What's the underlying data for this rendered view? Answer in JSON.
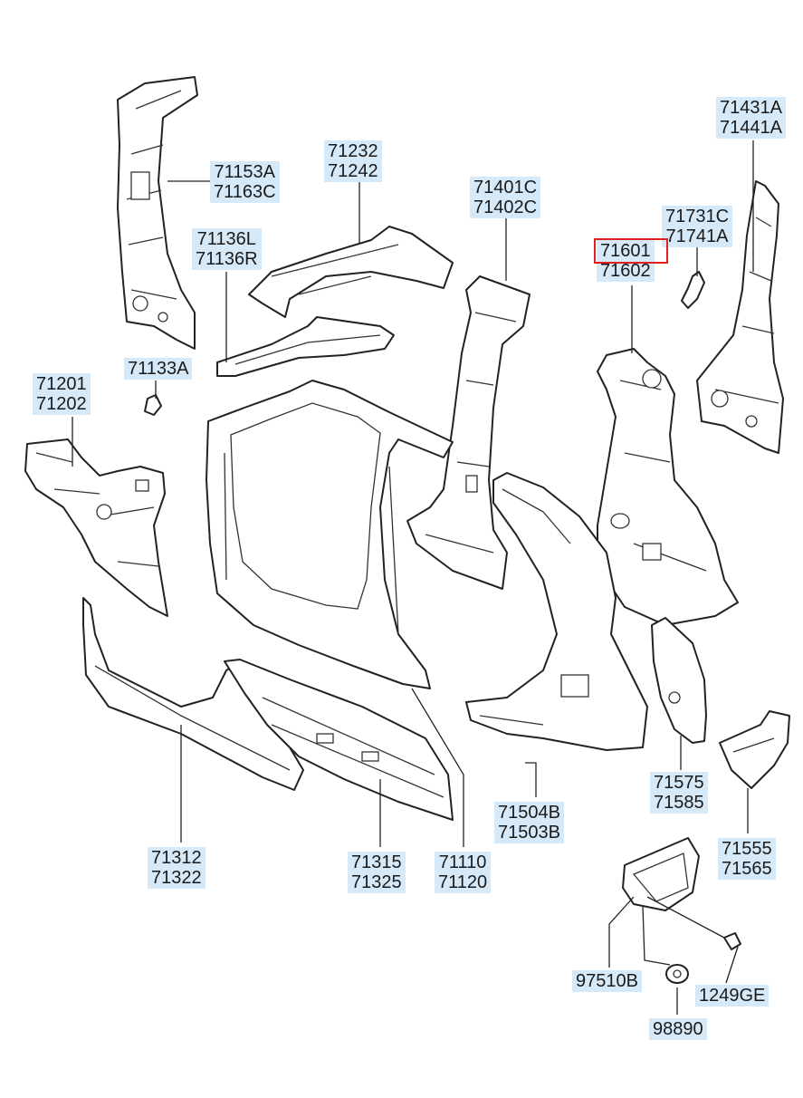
{
  "diagram": {
    "labels": [
      {
        "id": "l1",
        "codes": [
          "71153A",
          "71163C"
        ]
      },
      {
        "id": "l2",
        "codes": [
          "71232",
          "71242"
        ]
      },
      {
        "id": "l3",
        "codes": [
          "71136L",
          "71136R"
        ]
      },
      {
        "id": "l4",
        "codes": [
          "71401C",
          "71402C"
        ]
      },
      {
        "id": "l5",
        "codes": [
          "71431A",
          "71441A"
        ]
      },
      {
        "id": "l6",
        "codes": [
          "71731C",
          "71741A"
        ]
      },
      {
        "id": "l7",
        "codes": [
          "71601",
          "71602"
        ],
        "highlighted": "71601"
      },
      {
        "id": "l8",
        "codes": [
          "71133A"
        ]
      },
      {
        "id": "l9",
        "codes": [
          "71201",
          "71202"
        ]
      },
      {
        "id": "l10",
        "codes": [
          "71575",
          "71585"
        ]
      },
      {
        "id": "l11",
        "codes": [
          "71504B",
          "71503B"
        ]
      },
      {
        "id": "l12",
        "codes": [
          "71555",
          "71565"
        ]
      },
      {
        "id": "l13",
        "codes": [
          "71312",
          "71322"
        ]
      },
      {
        "id": "l14",
        "codes": [
          "71315",
          "71325"
        ]
      },
      {
        "id": "l15",
        "codes": [
          "71110",
          "71120"
        ]
      },
      {
        "id": "l16",
        "codes": [
          "97510B"
        ]
      },
      {
        "id": "l17",
        "codes": [
          "1249GE"
        ]
      },
      {
        "id": "l18",
        "codes": [
          "98890"
        ]
      }
    ],
    "colors": {
      "label_bg": "#d6e9f8",
      "highlight": "#e02020",
      "line": "#222222"
    }
  }
}
